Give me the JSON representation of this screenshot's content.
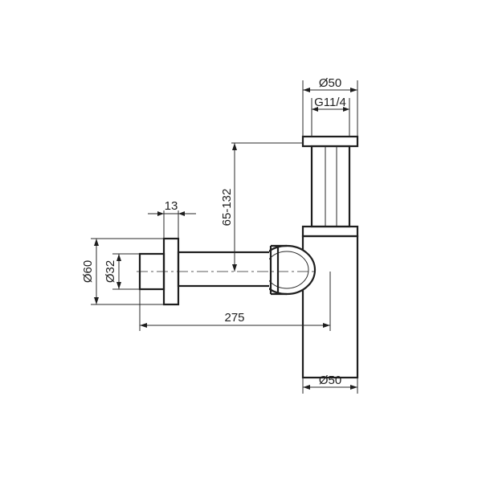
{
  "dimensions": {
    "top_outer_diameter": "Ø50",
    "thread": "G11/4",
    "height_range": "65-132",
    "flange_thickness": "13",
    "flange_diameter": "Ø60",
    "pipe_diameter": "Ø32",
    "length": "275",
    "bottom_diameter": "Ø50"
  }
}
